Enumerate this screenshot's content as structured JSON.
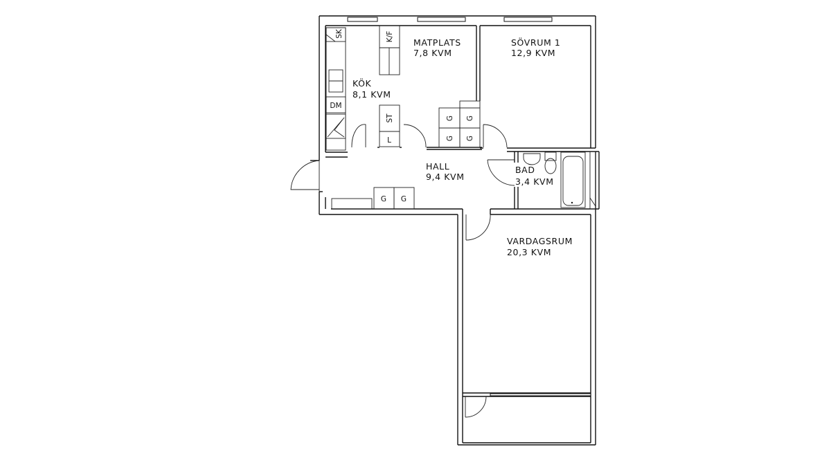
{
  "plan": {
    "rooms": [
      {
        "name": "MATPLATS",
        "area": "7,8 KVM"
      },
      {
        "name": "SÖVRUM 1",
        "area": "12,9 KVM"
      },
      {
        "name": "KÖK",
        "area": "8,1 KVM"
      },
      {
        "name": "HALL",
        "area": "9,4 KVM"
      },
      {
        "name": "BAD",
        "area": "3,4 KVM"
      },
      {
        "name": "VARDAGSRUM",
        "area": "20,3 KVM"
      }
    ],
    "fixtures": {
      "sink_cabinet": "SK",
      "fridge_freezer": "K/F",
      "dishwasher": "DM",
      "closet_st": "ST",
      "closet_l": "L",
      "wardrobe": "G"
    }
  }
}
